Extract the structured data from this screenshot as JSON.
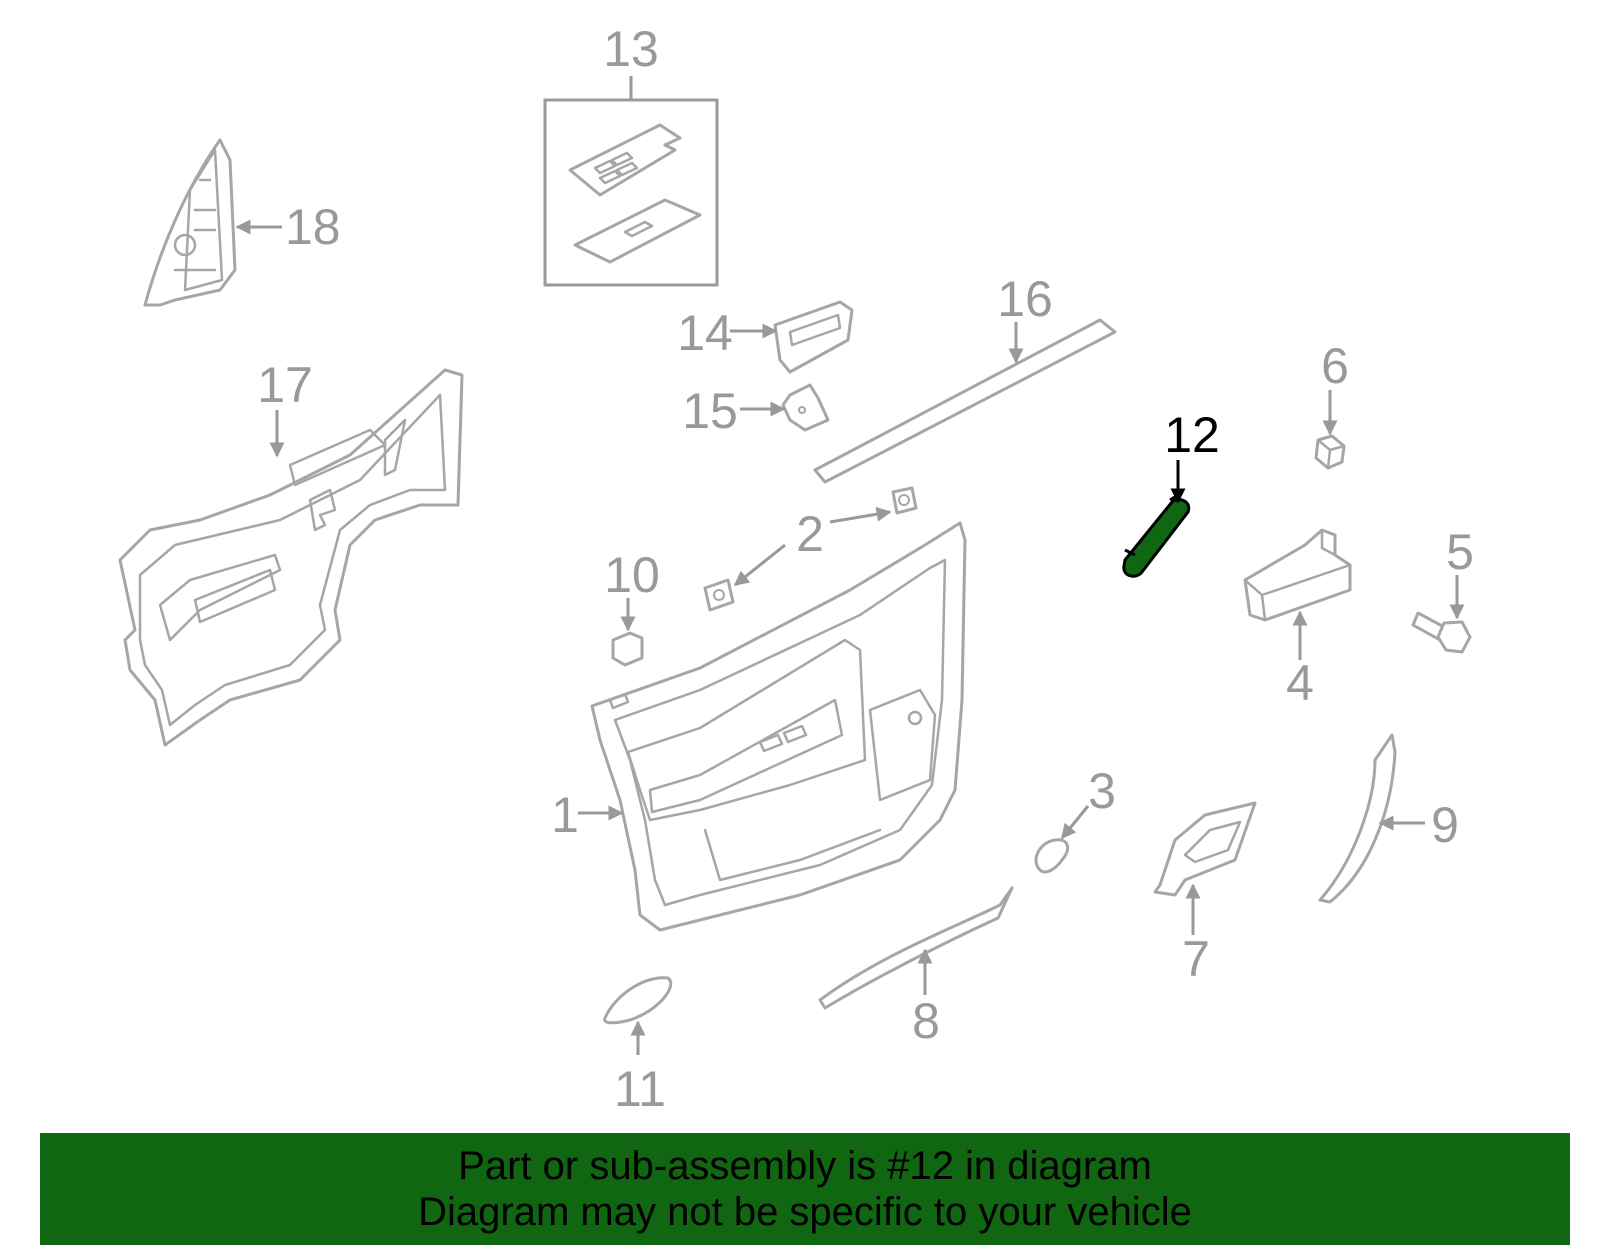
{
  "colors": {
    "label_gray": "#999999",
    "part_outline": "#a6a6a6",
    "highlight_fill": "#116611",
    "highlight_label": "#000000",
    "banner_bg": "#116611"
  },
  "callouts": {
    "c1": "1",
    "c2": "2",
    "c3": "3",
    "c4": "4",
    "c5": "5",
    "c6": "6",
    "c7": "7",
    "c8": "8",
    "c9": "9",
    "c10": "10",
    "c11": "11",
    "c12": "12",
    "c13": "13",
    "c14": "14",
    "c15": "15",
    "c16": "16",
    "c17": "17",
    "c18": "18"
  },
  "highlighted_callout": "12",
  "banner": {
    "line1": "Part or sub-assembly is #12 in diagram",
    "line2": "Diagram may not be specific to your vehicle"
  }
}
